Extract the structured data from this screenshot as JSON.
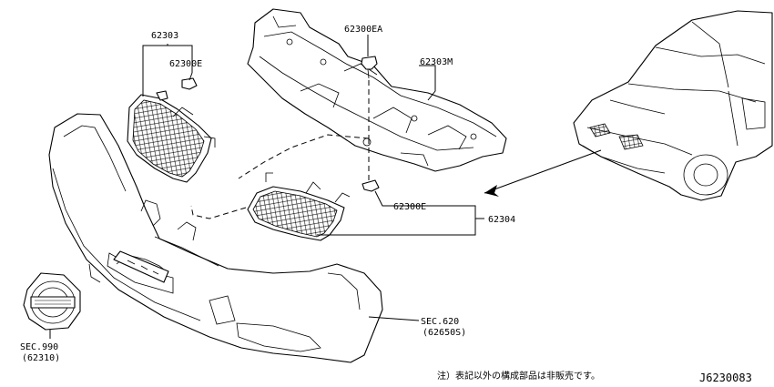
{
  "callouts": {
    "p62303": "62303",
    "p62300E_top": "62300E",
    "p62300EA": "62300EA",
    "p62303M": "62303M",
    "p62300E_mid": "62300E",
    "p62304": "62304",
    "sec620": "SEC.620",
    "sec620_sub": "(62650S)",
    "sec990": "SEC.990",
    "sec990_sub": "(62310)"
  },
  "footnote": "注）表記以外の構成部品は非販売です。",
  "diagram_id": "J6230083"
}
